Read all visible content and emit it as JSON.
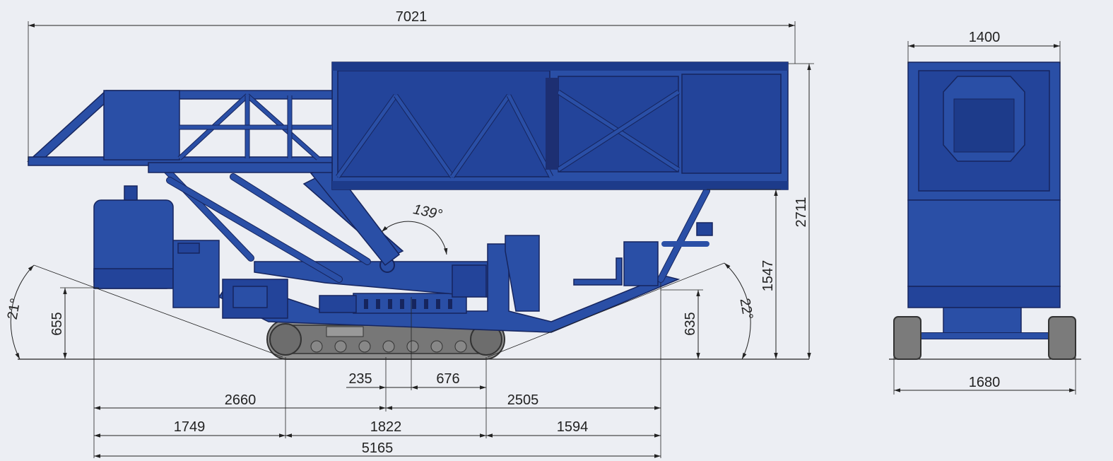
{
  "dimensions": {
    "overall_length": "7021",
    "side_width_top": "1400",
    "height_total": "2711",
    "height_platform": "1547",
    "rear_clearance": "655",
    "front_clearance": "635",
    "rear_angle": "21°",
    "front_angle": "22°",
    "boom_angle": "139°",
    "offset_left": "235",
    "offset_right": "676",
    "rear_to_center": "2660",
    "center_to_front": "2505",
    "rear_overhang": "1749",
    "track_length": "1822",
    "front_overhang": "1594",
    "total_length": "5165",
    "track_width": "1680"
  },
  "colors": {
    "machine_blue": "#2a4fa6",
    "outline": "#16255e",
    "background": "#eceef3",
    "track_grey": "#8d8d8d"
  }
}
